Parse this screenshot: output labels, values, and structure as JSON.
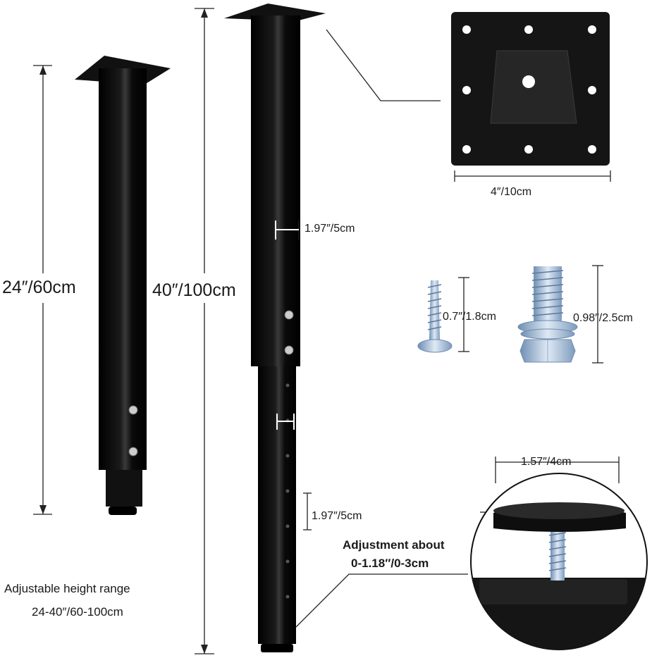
{
  "labels": {
    "short_height": "24″/60cm",
    "tall_height": "40″/100cm",
    "plate_width": "4″/10cm",
    "tube_overlap": "1.97″/5cm",
    "hole_spacing": "1.97″/5cm",
    "wood_screw": "0.7″/1.8cm",
    "bolt": "0.98″/2.5cm",
    "foot_width": "1.57″/4cm",
    "adjustment_line1": "Adjustment about",
    "adjustment_line2": "0-1.18″/0-3cm",
    "range_line1": "Adjustable height  range",
    "range_line2": "24-40″/60-100cm"
  },
  "colors": {
    "leg": "#0b0b0b",
    "leg_highlight": "#3a3a3a",
    "dimension_line": "#222222",
    "hardware": "#a9c1dc"
  }
}
